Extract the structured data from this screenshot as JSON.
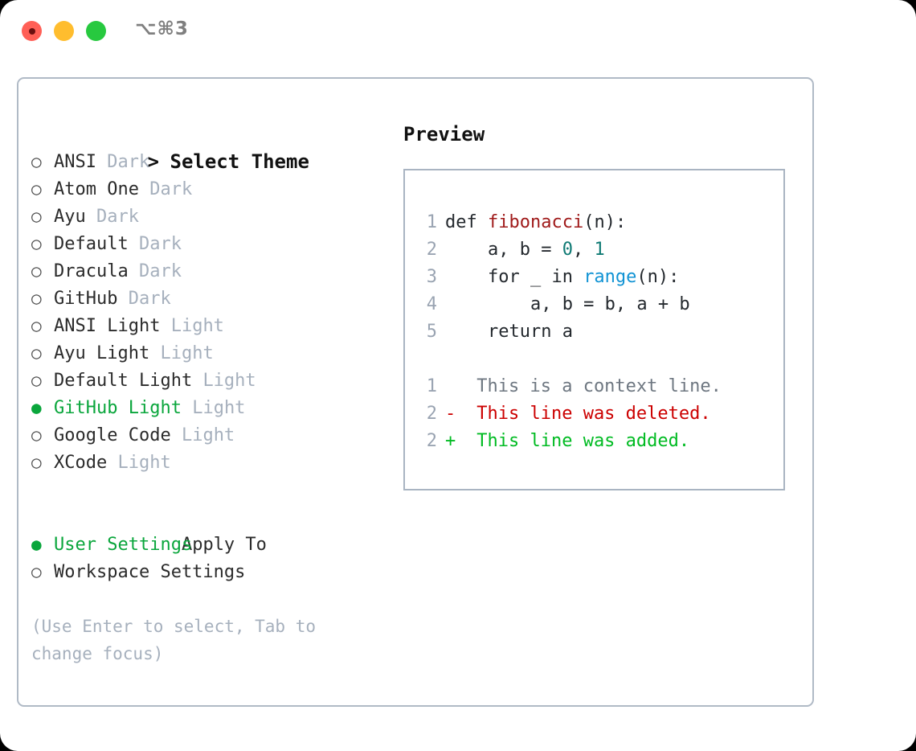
{
  "window": {
    "traffic_lights": [
      "close",
      "minimize",
      "zoom"
    ],
    "shortcut": "⌥⌘3",
    "colors": {
      "close": "#ff5f56",
      "minimize": "#ffbd2e",
      "zoom": "#27c93f",
      "accent_green": "#0aa63c",
      "muted": "#a6b0bd",
      "panel_border": "#b0bac6"
    }
  },
  "theme_list": {
    "caret": ">",
    "header": "Select Theme",
    "bullet_unselected": "○",
    "bullet_selected": "●",
    "items": [
      {
        "label": "ANSI",
        "tag": "Dark",
        "selected": false
      },
      {
        "label": "Atom One",
        "tag": "Dark",
        "selected": false
      },
      {
        "label": "Ayu",
        "tag": "Dark",
        "selected": false
      },
      {
        "label": "Default",
        "tag": "Dark",
        "selected": false
      },
      {
        "label": "Dracula",
        "tag": "Dark",
        "selected": false
      },
      {
        "label": "GitHub",
        "tag": "Dark",
        "selected": false
      },
      {
        "label": "ANSI Light",
        "tag": "Light",
        "selected": false
      },
      {
        "label": "Ayu Light",
        "tag": "Light",
        "selected": false
      },
      {
        "label": "Default Light",
        "tag": "Light",
        "selected": false
      },
      {
        "label": "GitHub Light",
        "tag": "Light",
        "selected": true
      },
      {
        "label": "Google Code",
        "tag": "Light",
        "selected": false
      },
      {
        "label": "XCode",
        "tag": "Light",
        "selected": false
      }
    ]
  },
  "apply_to": {
    "header": "Apply To",
    "items": [
      {
        "label": "User Settings",
        "selected": true
      },
      {
        "label": "Workspace Settings",
        "selected": false
      }
    ]
  },
  "hint": "(Use Enter to select, Tab to change focus)",
  "preview": {
    "title": "Preview",
    "code_lines": [
      {
        "num": "1",
        "segments": [
          {
            "t": "def ",
            "c": "plain"
          },
          {
            "t": "fibonacci",
            "c": "fn"
          },
          {
            "t": "(n):",
            "c": "plain"
          }
        ]
      },
      {
        "num": "2",
        "segments": [
          {
            "t": "    a, b = ",
            "c": "plain"
          },
          {
            "t": "0",
            "c": "num"
          },
          {
            "t": ", ",
            "c": "plain"
          },
          {
            "t": "1",
            "c": "num"
          }
        ]
      },
      {
        "num": "3",
        "segments": [
          {
            "t": "    for _ in ",
            "c": "plain"
          },
          {
            "t": "range",
            "c": "bi"
          },
          {
            "t": "(n):",
            "c": "plain"
          }
        ]
      },
      {
        "num": "4",
        "segments": [
          {
            "t": "        a, b = b, a + b",
            "c": "plain"
          }
        ]
      },
      {
        "num": "5",
        "segments": [
          {
            "t": "    return a",
            "c": "plain"
          }
        ]
      }
    ],
    "diff_lines": [
      {
        "num": "1",
        "mark": " ",
        "text": " This is a context line.",
        "kind": "context"
      },
      {
        "num": "2",
        "mark": "-",
        "text": " This line was deleted.",
        "kind": "del"
      },
      {
        "num": "2",
        "mark": "+",
        "text": " This line was added.",
        "kind": "add"
      }
    ]
  }
}
